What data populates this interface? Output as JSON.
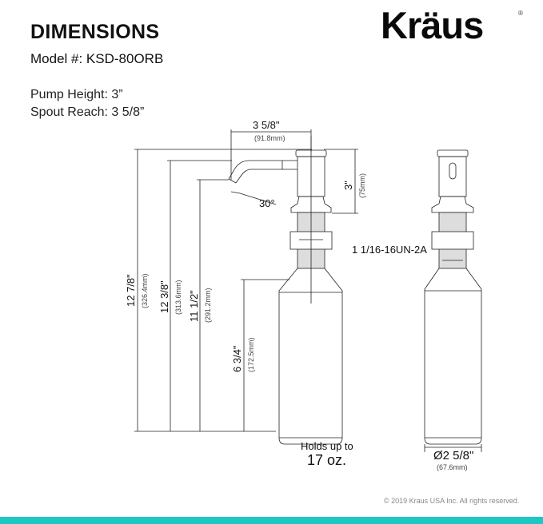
{
  "header": {
    "title": "DIMENSIONS",
    "model": "Model #: KSD-80ORB",
    "specs": [
      "Pump Height: 3”",
      "Spout Reach: 3 5/8”"
    ]
  },
  "brand": {
    "logo": "Kräus",
    "registered": "®",
    "accent_color": "#1ec6c4"
  },
  "diagram": {
    "spout_reach": {
      "label": "3 5/8\"",
      "mm": "(91.8mm)"
    },
    "pump_height": {
      "label": "3\"",
      "mm": "(75mm)"
    },
    "angle": "30°",
    "total_height": {
      "label": "12 7/8\"",
      "mm": "(326.4mm)"
    },
    "height_2": {
      "label": "12 3/8\"",
      "mm": "(313.6mm)"
    },
    "height_3": {
      "label": "11 1/2\"",
      "mm": "(291.2mm)"
    },
    "bottle_height": {
      "label": "6 3/4\"",
      "mm": "(172.5mm)"
    },
    "thread": "1 1/16-16UN-2A",
    "capacity_line1": "Holds up to",
    "capacity_line2": "17 oz.",
    "diameter": {
      "label": "Ø2 5/8\"",
      "mm": "(67.6mm)"
    }
  },
  "footer": {
    "copyright": "© 2019 Kraus USA Inc. All rights reserved."
  }
}
